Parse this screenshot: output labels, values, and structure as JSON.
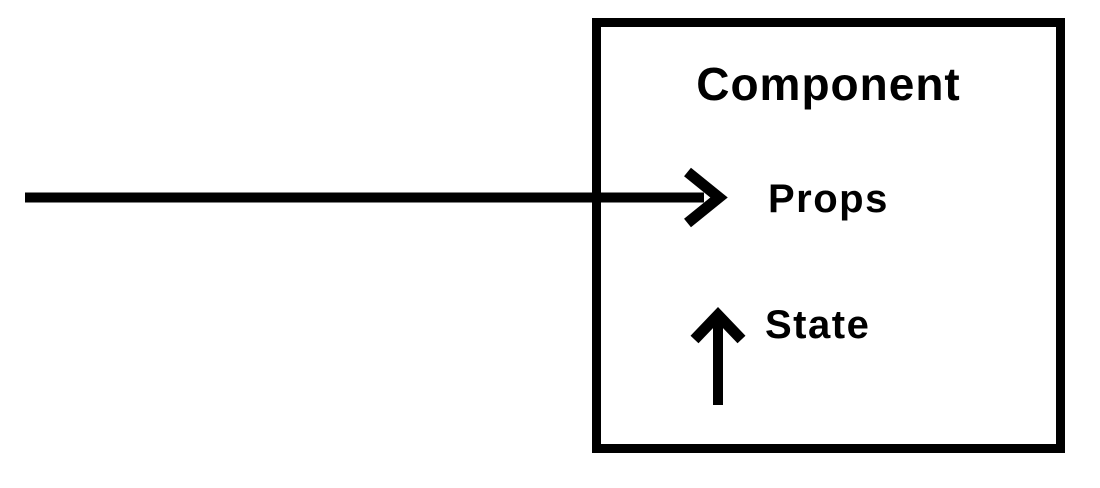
{
  "diagram": {
    "title": "Component",
    "box": {
      "label": "Component"
    },
    "props": {
      "label": "Props",
      "arrow_direction": "right",
      "arrow_meaning": "props flow into the component from outside"
    },
    "state": {
      "label": "State",
      "arrow_direction": "up",
      "arrow_meaning": "state originates inside the component"
    },
    "colors": {
      "foreground": "#000000",
      "background": "#ffffff"
    }
  }
}
